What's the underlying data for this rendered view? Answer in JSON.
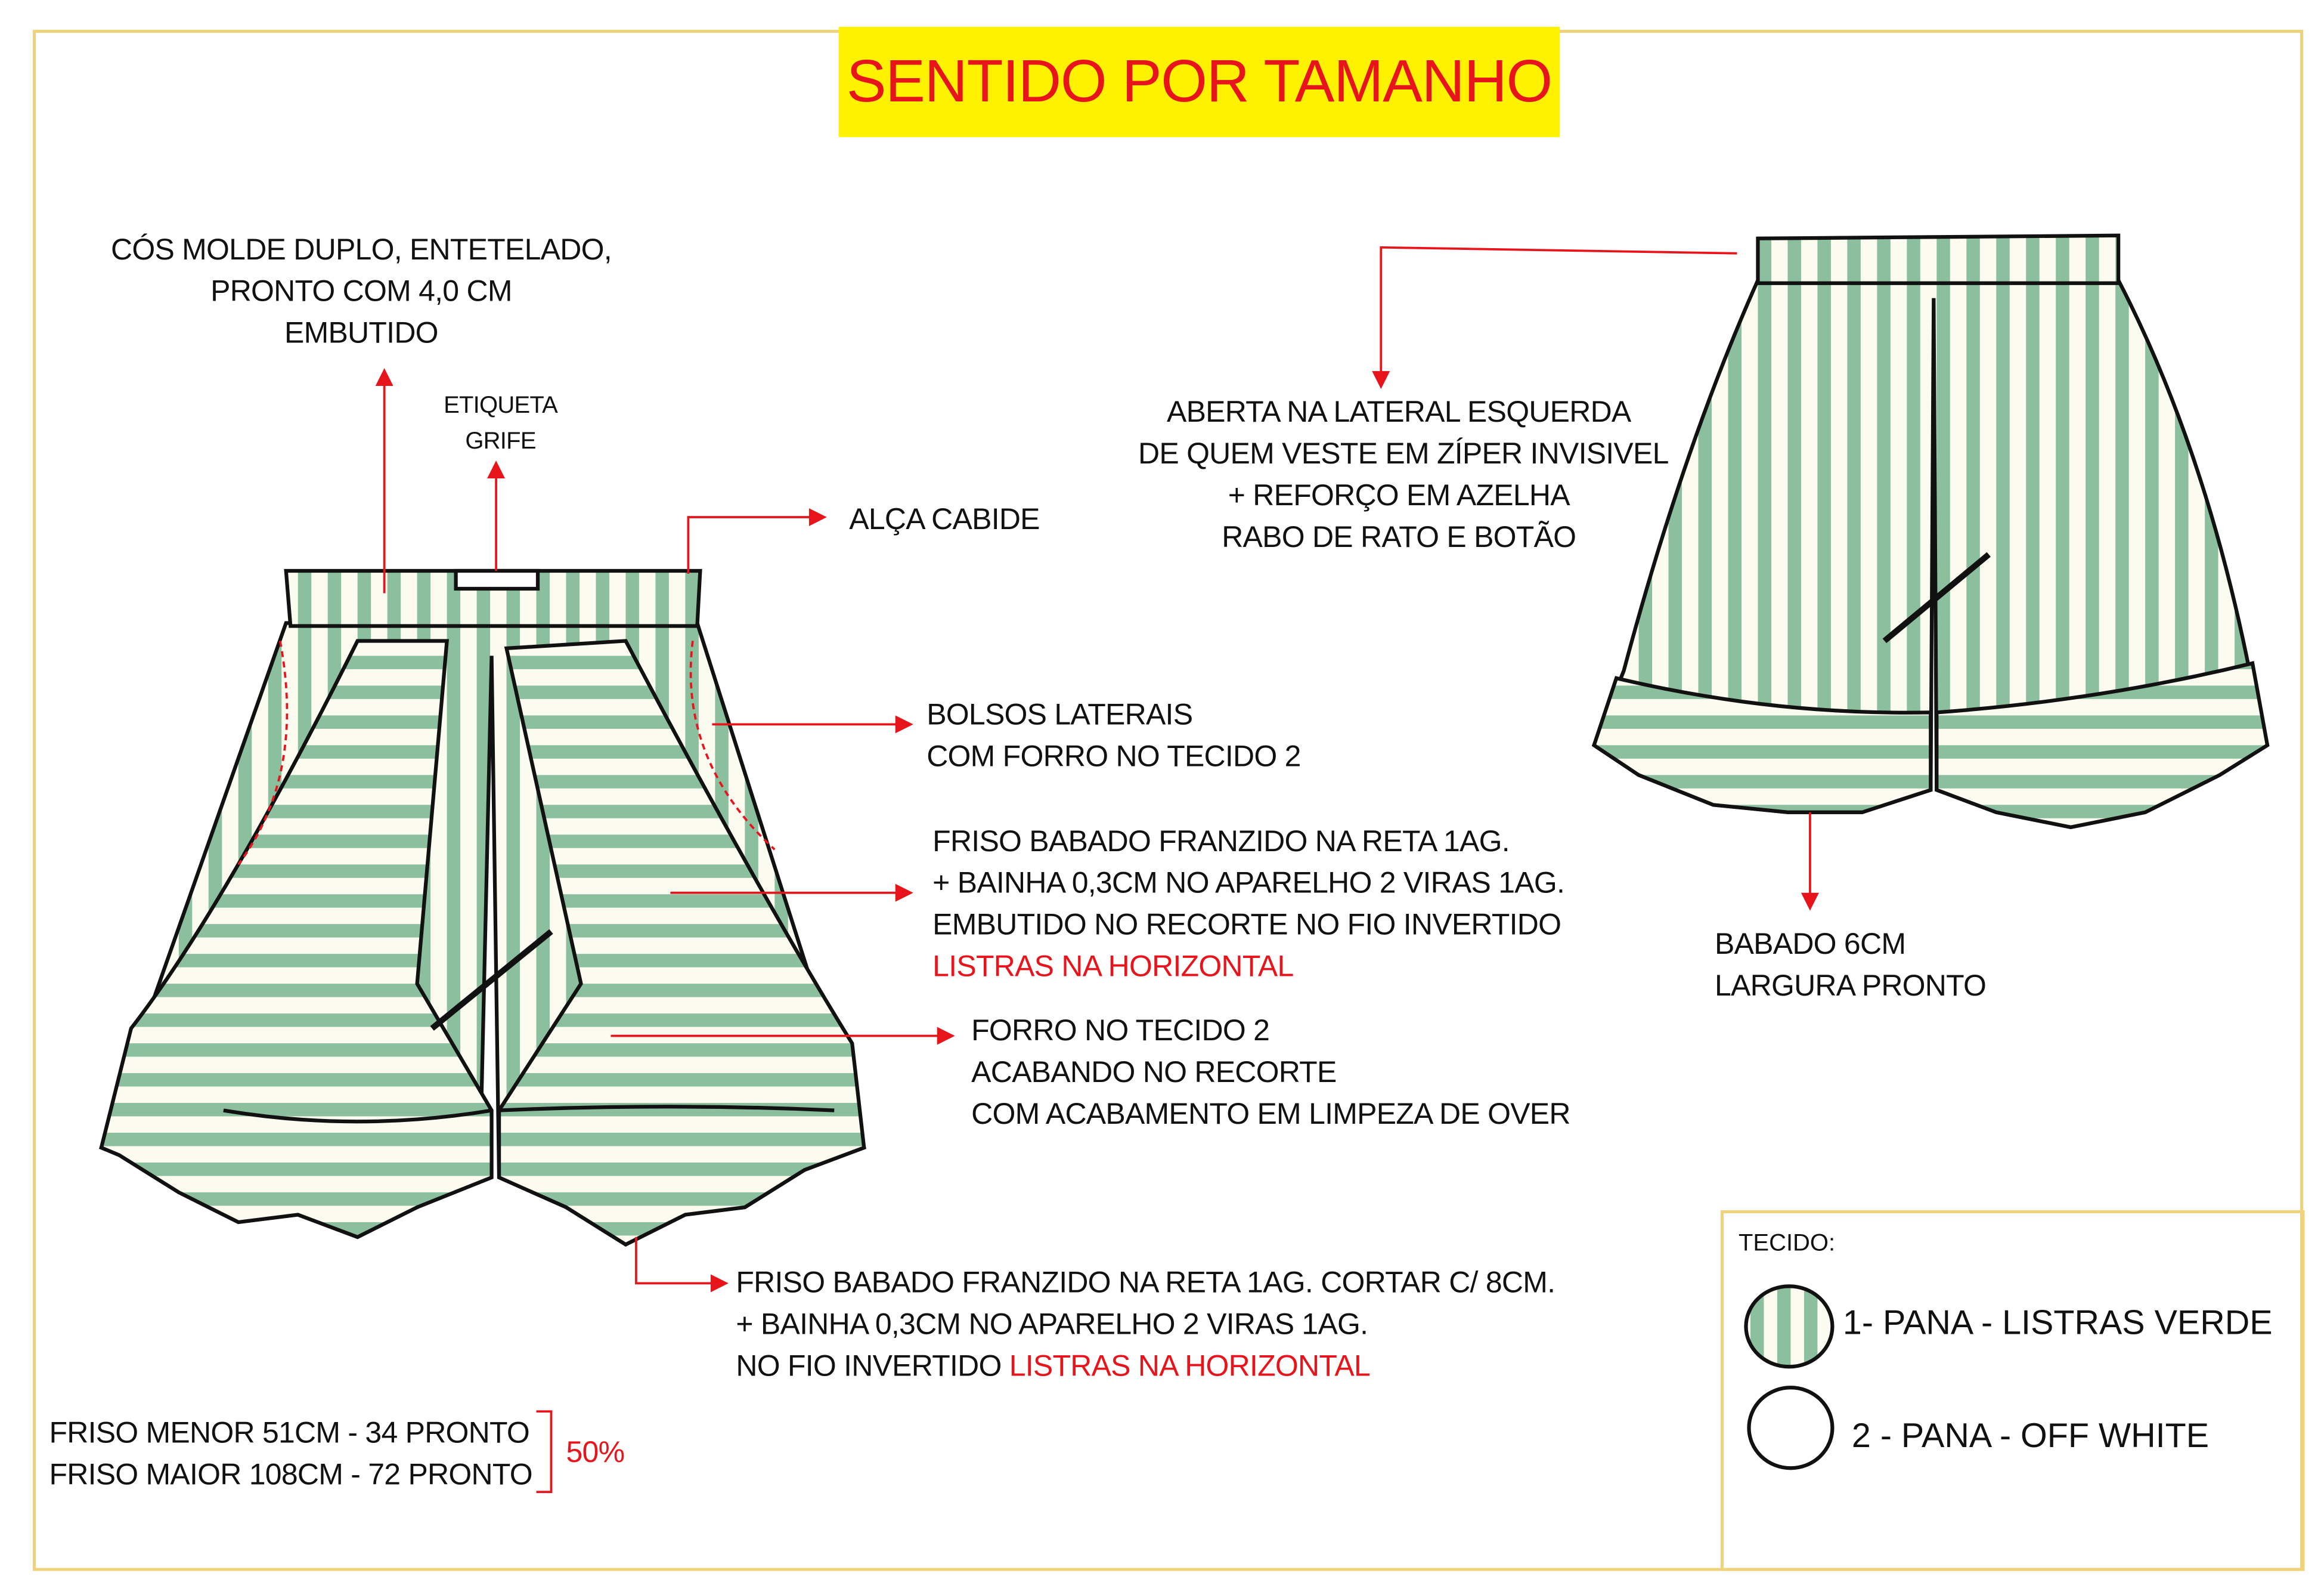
{
  "title": "SENTIDO POR TAMANHO",
  "notes": {
    "cos": [
      "CÓS MOLDE DUPLO, ENTETELADO,",
      "PRONTO COM 4,0 CM",
      "EMBUTIDO"
    ],
    "etiqueta": [
      "ETIQUETA",
      "GRIFE"
    ],
    "alca": "ALÇA CABIDE",
    "abertura": [
      "ABERTA NA LATERAL ESQUERDA",
      "DE QUEM VESTE EM ZÍPER INVISIVEL",
      "+   REFORÇO EM AZELHA",
      "RABO DE RATO E BOTÃO"
    ],
    "bolsos": [
      "BOLSOS LATERAIS",
      "COM FORRO NO TECIDO 2"
    ],
    "friso_recorte": [
      "FRISO BABADO FRANZIDO NA RETA 1AG.",
      "+ BAINHA 0,3CM NO APARELHO 2 VIRAS 1AG.",
      "EMBUTIDO NO RECORTE NO FIO INVERTIDO",
      "LISTRAS NA HORIZONTAL"
    ],
    "forro": [
      "FORRO NO TECIDO 2",
      "ACABANDO NO RECORTE",
      "COM ACABAMENTO EM LIMPEZA DE OVER"
    ],
    "friso_barra": [
      "FRISO BABADO FRANZIDO NA RETA 1AG. CORTAR C/ 8CM.",
      "+ BAINHA 0,3CM NO APARELHO 2 VIRAS 1AG.",
      "NO FIO INVERTIDO ",
      "LISTRAS NA HORIZONTAL"
    ],
    "babado": [
      "BABADO 6CM",
      "LARGURA PRONTO"
    ],
    "friso_menor": "FRISO MENOR 51CM - 34 PRONTO",
    "friso_maior": "FRISO MAIOR 108CM - 72 PRONTO",
    "percent": "50%"
  },
  "legend": {
    "heading": "TECIDO:",
    "items": [
      "1- PANA - LISTRAS VERDE",
      "2 - PANA - OFF WHITE"
    ]
  },
  "colors": {
    "stripe": "#8cbf9e",
    "offwhite": "#fbfbf0",
    "accent": "#e8141b",
    "title_bg": "#fff200"
  }
}
